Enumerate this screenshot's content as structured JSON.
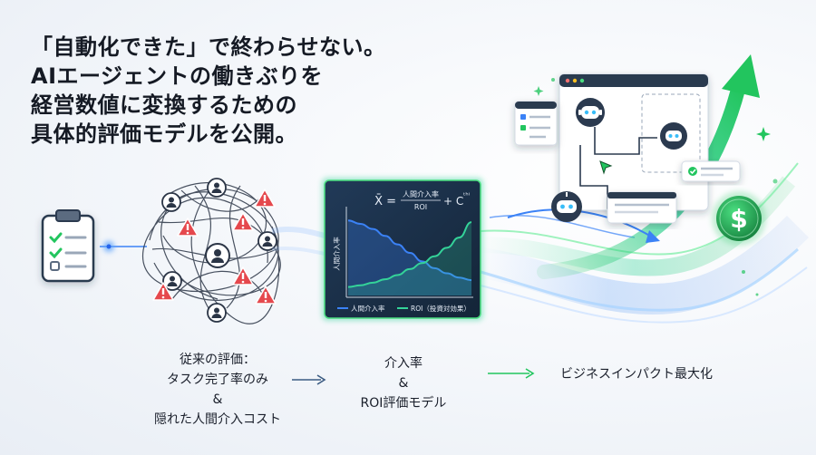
{
  "headline": {
    "lines": [
      "「自動化できた」で終わらせない。",
      "AIエージェントの働きぶりを",
      "経営数値に変換するための",
      "具体的評価モデルを公開。"
    ]
  },
  "chart_panel": {
    "formula_lhs": "X̄ =",
    "formula_numerator": "人間介入率",
    "formula_denominator": "ROI",
    "formula_tail": "+ C",
    "formula_superscript": "ᵗʰⁱ",
    "ylabel": "人間介入率",
    "legend": [
      {
        "label": "人間介入率",
        "color": "#3b82f6"
      },
      {
        "label": "ROI（投資対効果）",
        "color": "#34d399"
      }
    ]
  },
  "chart_data": {
    "type": "line",
    "title": "",
    "xlabel": "",
    "ylabel": "人間介入率",
    "x": [
      0,
      1,
      2,
      3,
      4,
      5,
      6,
      7,
      8,
      9,
      10
    ],
    "series": [
      {
        "name": "人間介入率",
        "values": [
          88,
          84,
          78,
          70,
          60,
          50,
          40,
          32,
          26,
          21,
          18
        ]
      },
      {
        "name": "ROI（投資対効果）",
        "values": [
          10,
          12,
          15,
          19,
          24,
          31,
          38,
          46,
          56,
          68,
          86
        ]
      }
    ],
    "ylim": [
      0,
      100
    ],
    "grid": false,
    "legend_position": "bottom"
  },
  "captions": {
    "left": [
      "従来の評価：",
      "タスク完了率のみ",
      "&",
      "隠れた人間介入コスト"
    ],
    "middle": [
      "介入率",
      "&",
      "ROI評価モデル"
    ],
    "right": [
      "ビジネスインパクト最大化"
    ]
  },
  "dollar_symbol": "$",
  "colors": {
    "accent_green": "#22c55e",
    "accent_blue": "#3b82f6",
    "warning_red": "#e5484d",
    "panel_dark": "#1f3550",
    "text": "#151a24"
  },
  "icons": [
    "clipboard-checklist-icon",
    "person-icon",
    "warning-icon",
    "robot-icon",
    "cursor-icon",
    "dollar-coin-icon",
    "growth-arrow-icon"
  ]
}
